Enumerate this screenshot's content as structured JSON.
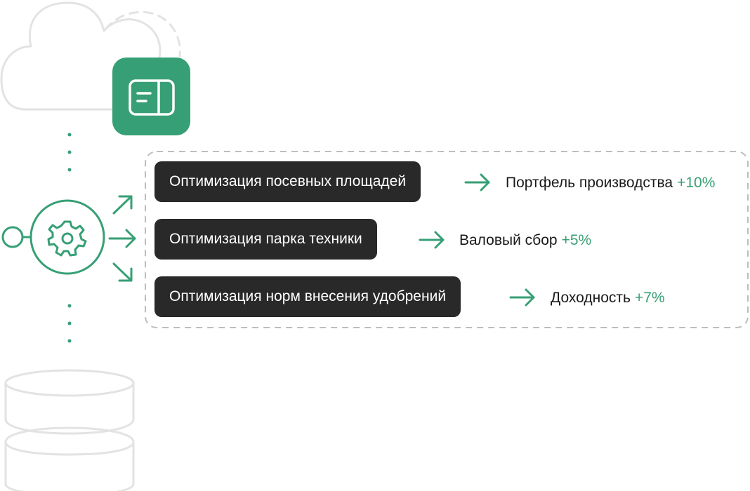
{
  "colors": {
    "accent": "#379f75",
    "pill_bg": "#292929",
    "pill_text": "#ffffff",
    "muted_outline": "#e3e3e3",
    "dash_border": "#bdbdbd"
  },
  "icons": {
    "cloud": "cloud-outline-icon",
    "app": "app-panel-icon",
    "engine": "gear-icon",
    "storage": "database-icon"
  },
  "rows": [
    {
      "action": "Оптимизация посевных площадей",
      "result": "Портфель производства",
      "delta": "+10%"
    },
    {
      "action": "Оптимизация парка техники",
      "result": "Валовый сбор",
      "delta": "+5%"
    },
    {
      "action": "Оптимизация норм внесения удобрений",
      "result": "Доходность",
      "delta": "+7%"
    }
  ]
}
